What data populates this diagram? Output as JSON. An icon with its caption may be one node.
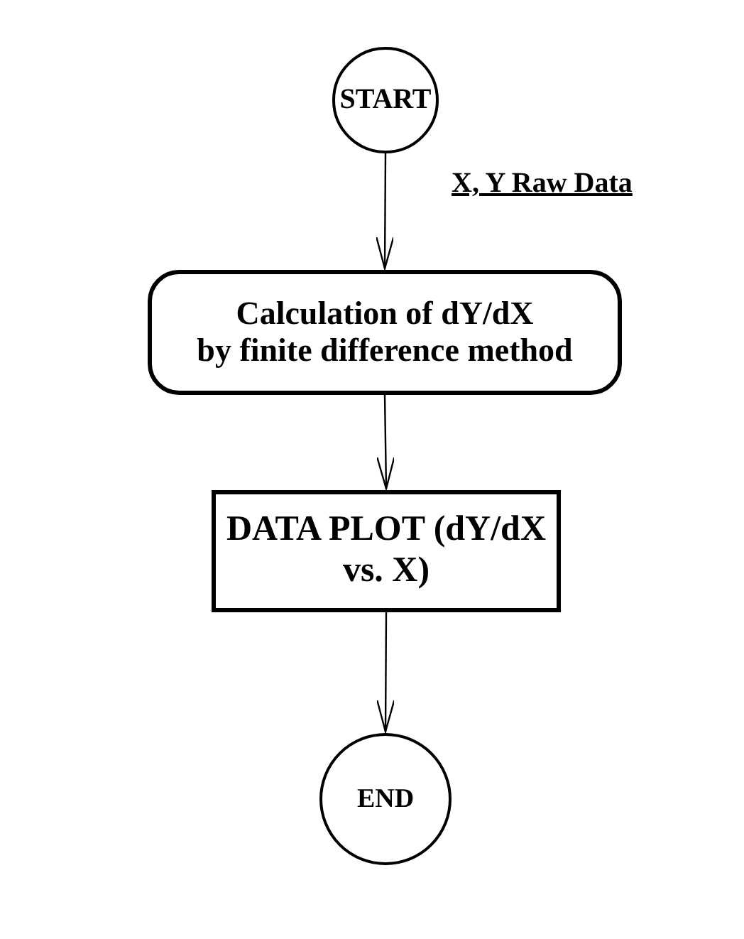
{
  "diagram": {
    "nodes": [
      {
        "text": [
          "START"
        ],
        "beside": [
          "X, Y Raw Data"
        ]
      },
      {
        "text": [
          "Calculation of dY/dX",
          "by finite difference method"
        ]
      },
      {
        "text": [
          "DATA PLOT (dY/dX vs. X)"
        ]
      },
      {
        "text": [
          "END"
        ]
      }
    ],
    "edges": [
      {
        "from": 0,
        "to": 1,
        "arrow": "to"
      },
      {
        "from": 1,
        "to": 2,
        "arrow": "to"
      },
      {
        "from": 2,
        "to": 3,
        "arrow": "to"
      }
    ]
  }
}
